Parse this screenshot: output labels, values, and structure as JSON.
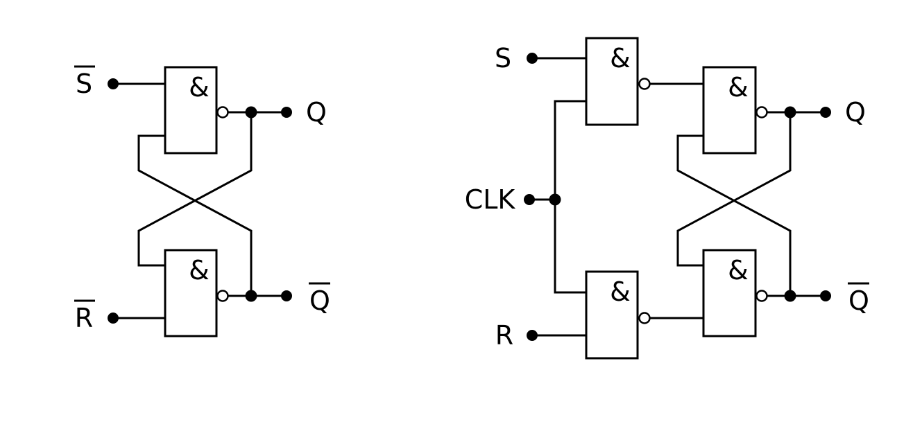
{
  "diagram": {
    "colors": {
      "stroke": "#000000",
      "background": "#ffffff"
    },
    "gate_symbol": "&",
    "left": {
      "inputs": {
        "set": "S",
        "reset": "R"
      },
      "outputs": {
        "q": "Q",
        "q_bar": "Q"
      }
    },
    "right": {
      "inputs": {
        "set": "S",
        "clock": "CLK",
        "reset": "R"
      },
      "outputs": {
        "q": "Q",
        "q_bar": "Q"
      }
    }
  }
}
